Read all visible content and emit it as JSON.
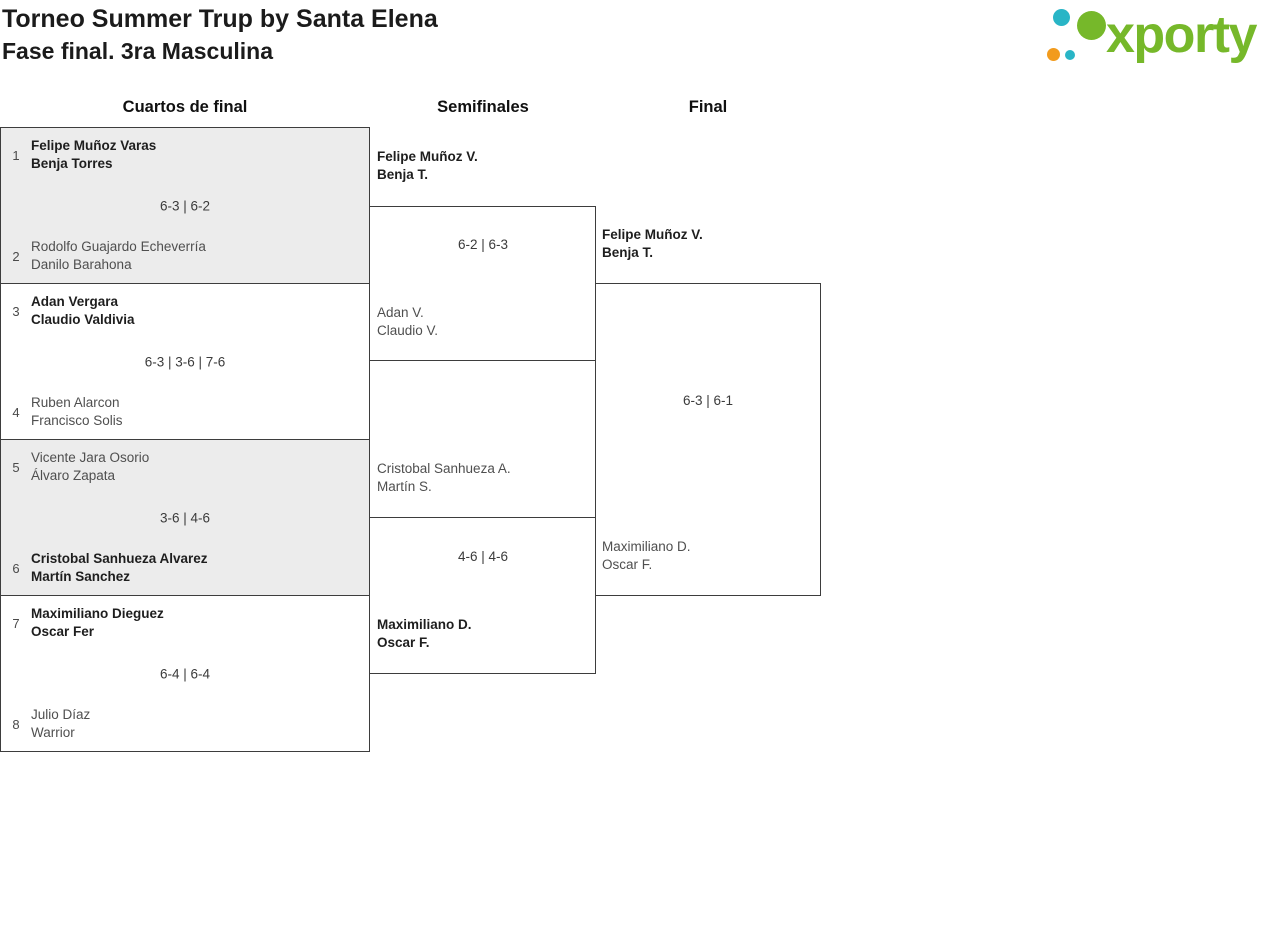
{
  "title": {
    "line1": "Torneo Summer Trup by Santa Elena",
    "line2": "Fase final. 3ra Masculina"
  },
  "logo": {
    "text": "xporty",
    "green": "#76b82a",
    "teal": "#29b5c6",
    "orange": "#f29b1d"
  },
  "rounds": {
    "quarterfinals": "Cuartos de final",
    "semifinals": "Semifinales",
    "final": "Final"
  },
  "qf": [
    {
      "seed1": "1",
      "p1a": "Felipe Muñoz Varas",
      "p1b": "Benja Torres",
      "w1": true,
      "seed2": "2",
      "p2a": "Rodolfo Guajardo Echeverría",
      "p2b": "Danilo Barahona",
      "w2": false,
      "score": "6-3 | 6-2"
    },
    {
      "seed1": "3",
      "p1a": "Adan Vergara",
      "p1b": "Claudio Valdivia",
      "w1": true,
      "seed2": "4",
      "p2a": "Ruben Alarcon",
      "p2b": "Francisco Solis",
      "w2": false,
      "score": "6-3 | 3-6 | 7-6"
    },
    {
      "seed1": "5",
      "p1a": "Vicente Jara Osorio",
      "p1b": "Álvaro Zapata",
      "w1": false,
      "seed2": "6",
      "p2a": "Cristobal Sanhueza Alvarez",
      "p2b": "Martín Sanchez",
      "w2": true,
      "score": "3-6 | 4-6"
    },
    {
      "seed1": "7",
      "p1a": "Maximiliano Dieguez",
      "p1b": "Oscar Fer",
      "w1": true,
      "seed2": "8",
      "p2a": "Julio Díaz",
      "p2b": "Warrior",
      "w2": false,
      "score": "6-4 | 6-4"
    }
  ],
  "sf": [
    {
      "t1a": "Felipe Muñoz V.",
      "t1b": "Benja T.",
      "w1": true,
      "t2a": "Adan V.",
      "t2b": "Claudio V.",
      "w2": false,
      "score": "6-2 | 6-3"
    },
    {
      "t1a": "Cristobal Sanhueza A.",
      "t1b": "Martín S.",
      "w1": false,
      "t2a": "Maximiliano D.",
      "t2b": "Oscar F.",
      "w2": true,
      "score": "4-6 | 4-6"
    }
  ],
  "final": {
    "t1a": "Felipe Muñoz V.",
    "t1b": "Benja T.",
    "w1": true,
    "t2a": "Maximiliano D.",
    "t2b": "Oscar F.",
    "w2": false,
    "score": "6-3 | 6-1"
  }
}
